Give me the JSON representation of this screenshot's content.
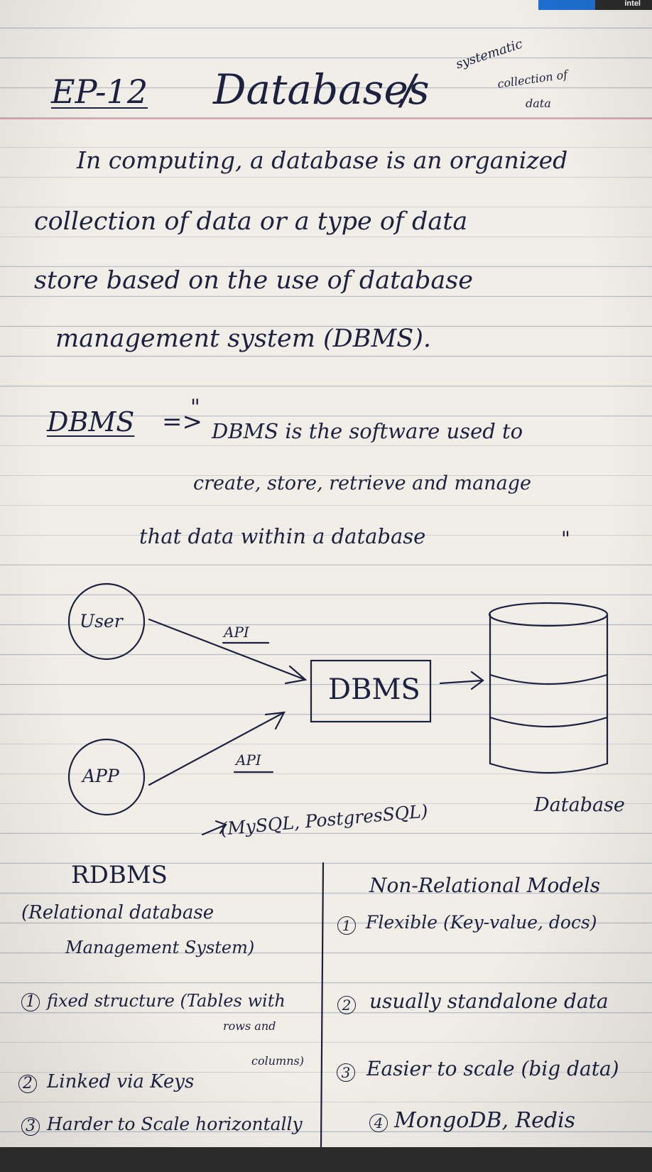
{
  "brand": {
    "logo_text": "intel"
  },
  "title": {
    "episode": "EP-12",
    "topic": "Databases",
    "slash": "/",
    "note_line1": "systematic",
    "note_line2": "collection of",
    "note_line3": "data"
  },
  "definition": {
    "line1": "In computing, a database is an organized",
    "line2": "collection of data or a type of data",
    "line3": "store based on the use of database",
    "line4": "management system (DBMS)."
  },
  "dbms": {
    "label": "DBMS",
    "arrow": "=>",
    "quote_open": "\"",
    "line1": "DBMS is the software used to",
    "line2": "create, store, retrieve and manage",
    "line3": "that data within a database",
    "quote_close": "\""
  },
  "diagram": {
    "user": "User",
    "app": "APP",
    "api_top": "API",
    "api_bottom": "API",
    "dbms_box": "DBMS",
    "database": "Database",
    "examples": "(MySQL, PostgresSQL)"
  },
  "rdbms": {
    "heading": "RDBMS",
    "sub1": "(Relational database",
    "sub2": "Management System)",
    "items": [
      {
        "num": "1",
        "line1": "fixed structure (Tables with",
        "line2": "rows and",
        "line3": "columns)"
      },
      {
        "num": "2",
        "line1": "Linked via Keys"
      },
      {
        "num": "3",
        "line1": "Harder to Scale horizontally"
      }
    ]
  },
  "nonrelational": {
    "heading": "Non-Relational Models",
    "items": [
      {
        "num": "1",
        "text": "Flexible (Key-value, docs)"
      },
      {
        "num": "2",
        "text": "usually standalone data"
      },
      {
        "num": "3",
        "text": "Easier to scale (big data)"
      },
      {
        "num": "4",
        "text": "MongoDB, Redis"
      }
    ]
  }
}
